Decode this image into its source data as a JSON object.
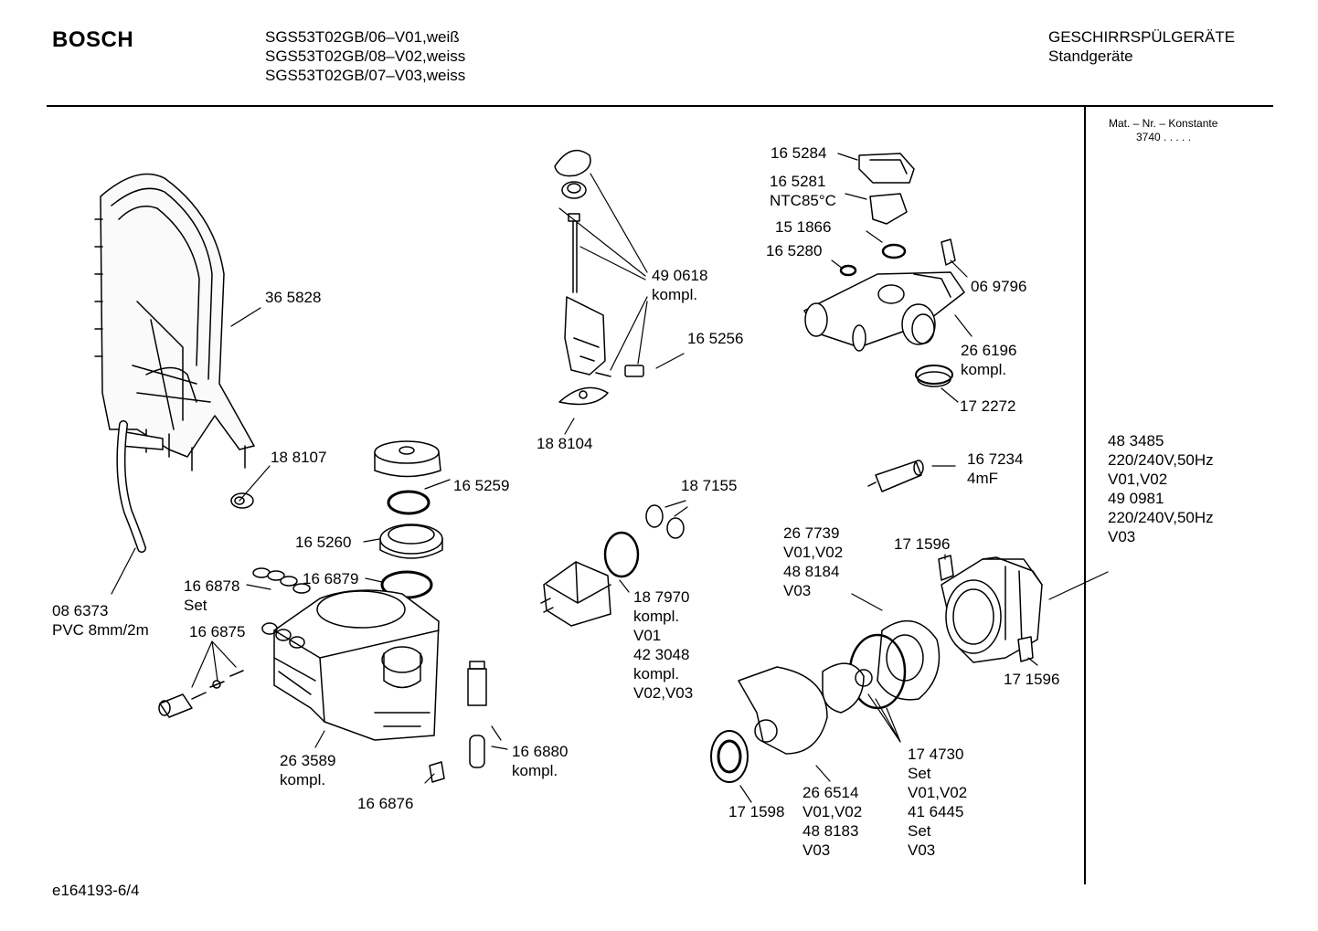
{
  "header": {
    "brand": "BOSCH",
    "models": [
      "SGS53T02GB/06–V01,weiß",
      "SGS53T02GB/08–V02,weiss",
      "SGS53T02GB/07–V03,weiss"
    ],
    "category": "GESCHIRRSPÜLGERÄTE",
    "subcategory": "Standgeräte"
  },
  "mat_nr": {
    "label": "Mat. – Nr. – Konstante",
    "value": "3740  .  .  .  .  ."
  },
  "side_note": [
    "48 3485",
    "220/240V,50Hz",
    "V01,V02",
    "49 0981",
    "220/240V,50Hz",
    "V03"
  ],
  "footer": "e164193-6/4",
  "labels": {
    "l365828": [
      "36 5828"
    ],
    "l188107": [
      "18 8107"
    ],
    "l086373": [
      "08 6373",
      "PVC 8mm/2m"
    ],
    "l166878": [
      "16 6878",
      "Set"
    ],
    "l166875": [
      "16 6875"
    ],
    "l165259": [
      "16 5259"
    ],
    "l165260": [
      "16 5260"
    ],
    "l166879": [
      "16 6879"
    ],
    "l263589": [
      "26 3589",
      "kompl."
    ],
    "l166876": [
      "16 6876"
    ],
    "l166880": [
      "16 6880",
      "kompl."
    ],
    "l490618": [
      "49 0618",
      "kompl."
    ],
    "l165256": [
      "16 5256"
    ],
    "l188104": [
      "18 8104"
    ],
    "l187155": [
      "18 7155"
    ],
    "l187970": [
      "18 7970",
      "kompl.",
      "V01",
      "42 3048",
      "kompl.",
      "V02,V03"
    ],
    "l165284": [
      "16 5284"
    ],
    "l165281": [
      "16 5281",
      "NTC85°C"
    ],
    "l151866": [
      "15 1866"
    ],
    "l165280": [
      "16 5280"
    ],
    "l069796": [
      "06 9796"
    ],
    "l266196": [
      "26 6196",
      "kompl."
    ],
    "l172272": [
      "17 2272"
    ],
    "l167234": [
      "16 7234",
      "4mF"
    ],
    "l267739": [
      "26 7739",
      "V01,V02",
      "48 8184",
      "V03"
    ],
    "l171596a": [
      "17 1596"
    ],
    "l171596b": [
      "17 1596"
    ],
    "l174730": [
      "17 4730",
      "Set",
      "V01,V02",
      "41 6445",
      "Set",
      "V03"
    ],
    "l266514": [
      "26 6514",
      "V01,V02",
      "48 8183",
      "V03"
    ],
    "l171598": [
      "17 1598"
    ]
  }
}
